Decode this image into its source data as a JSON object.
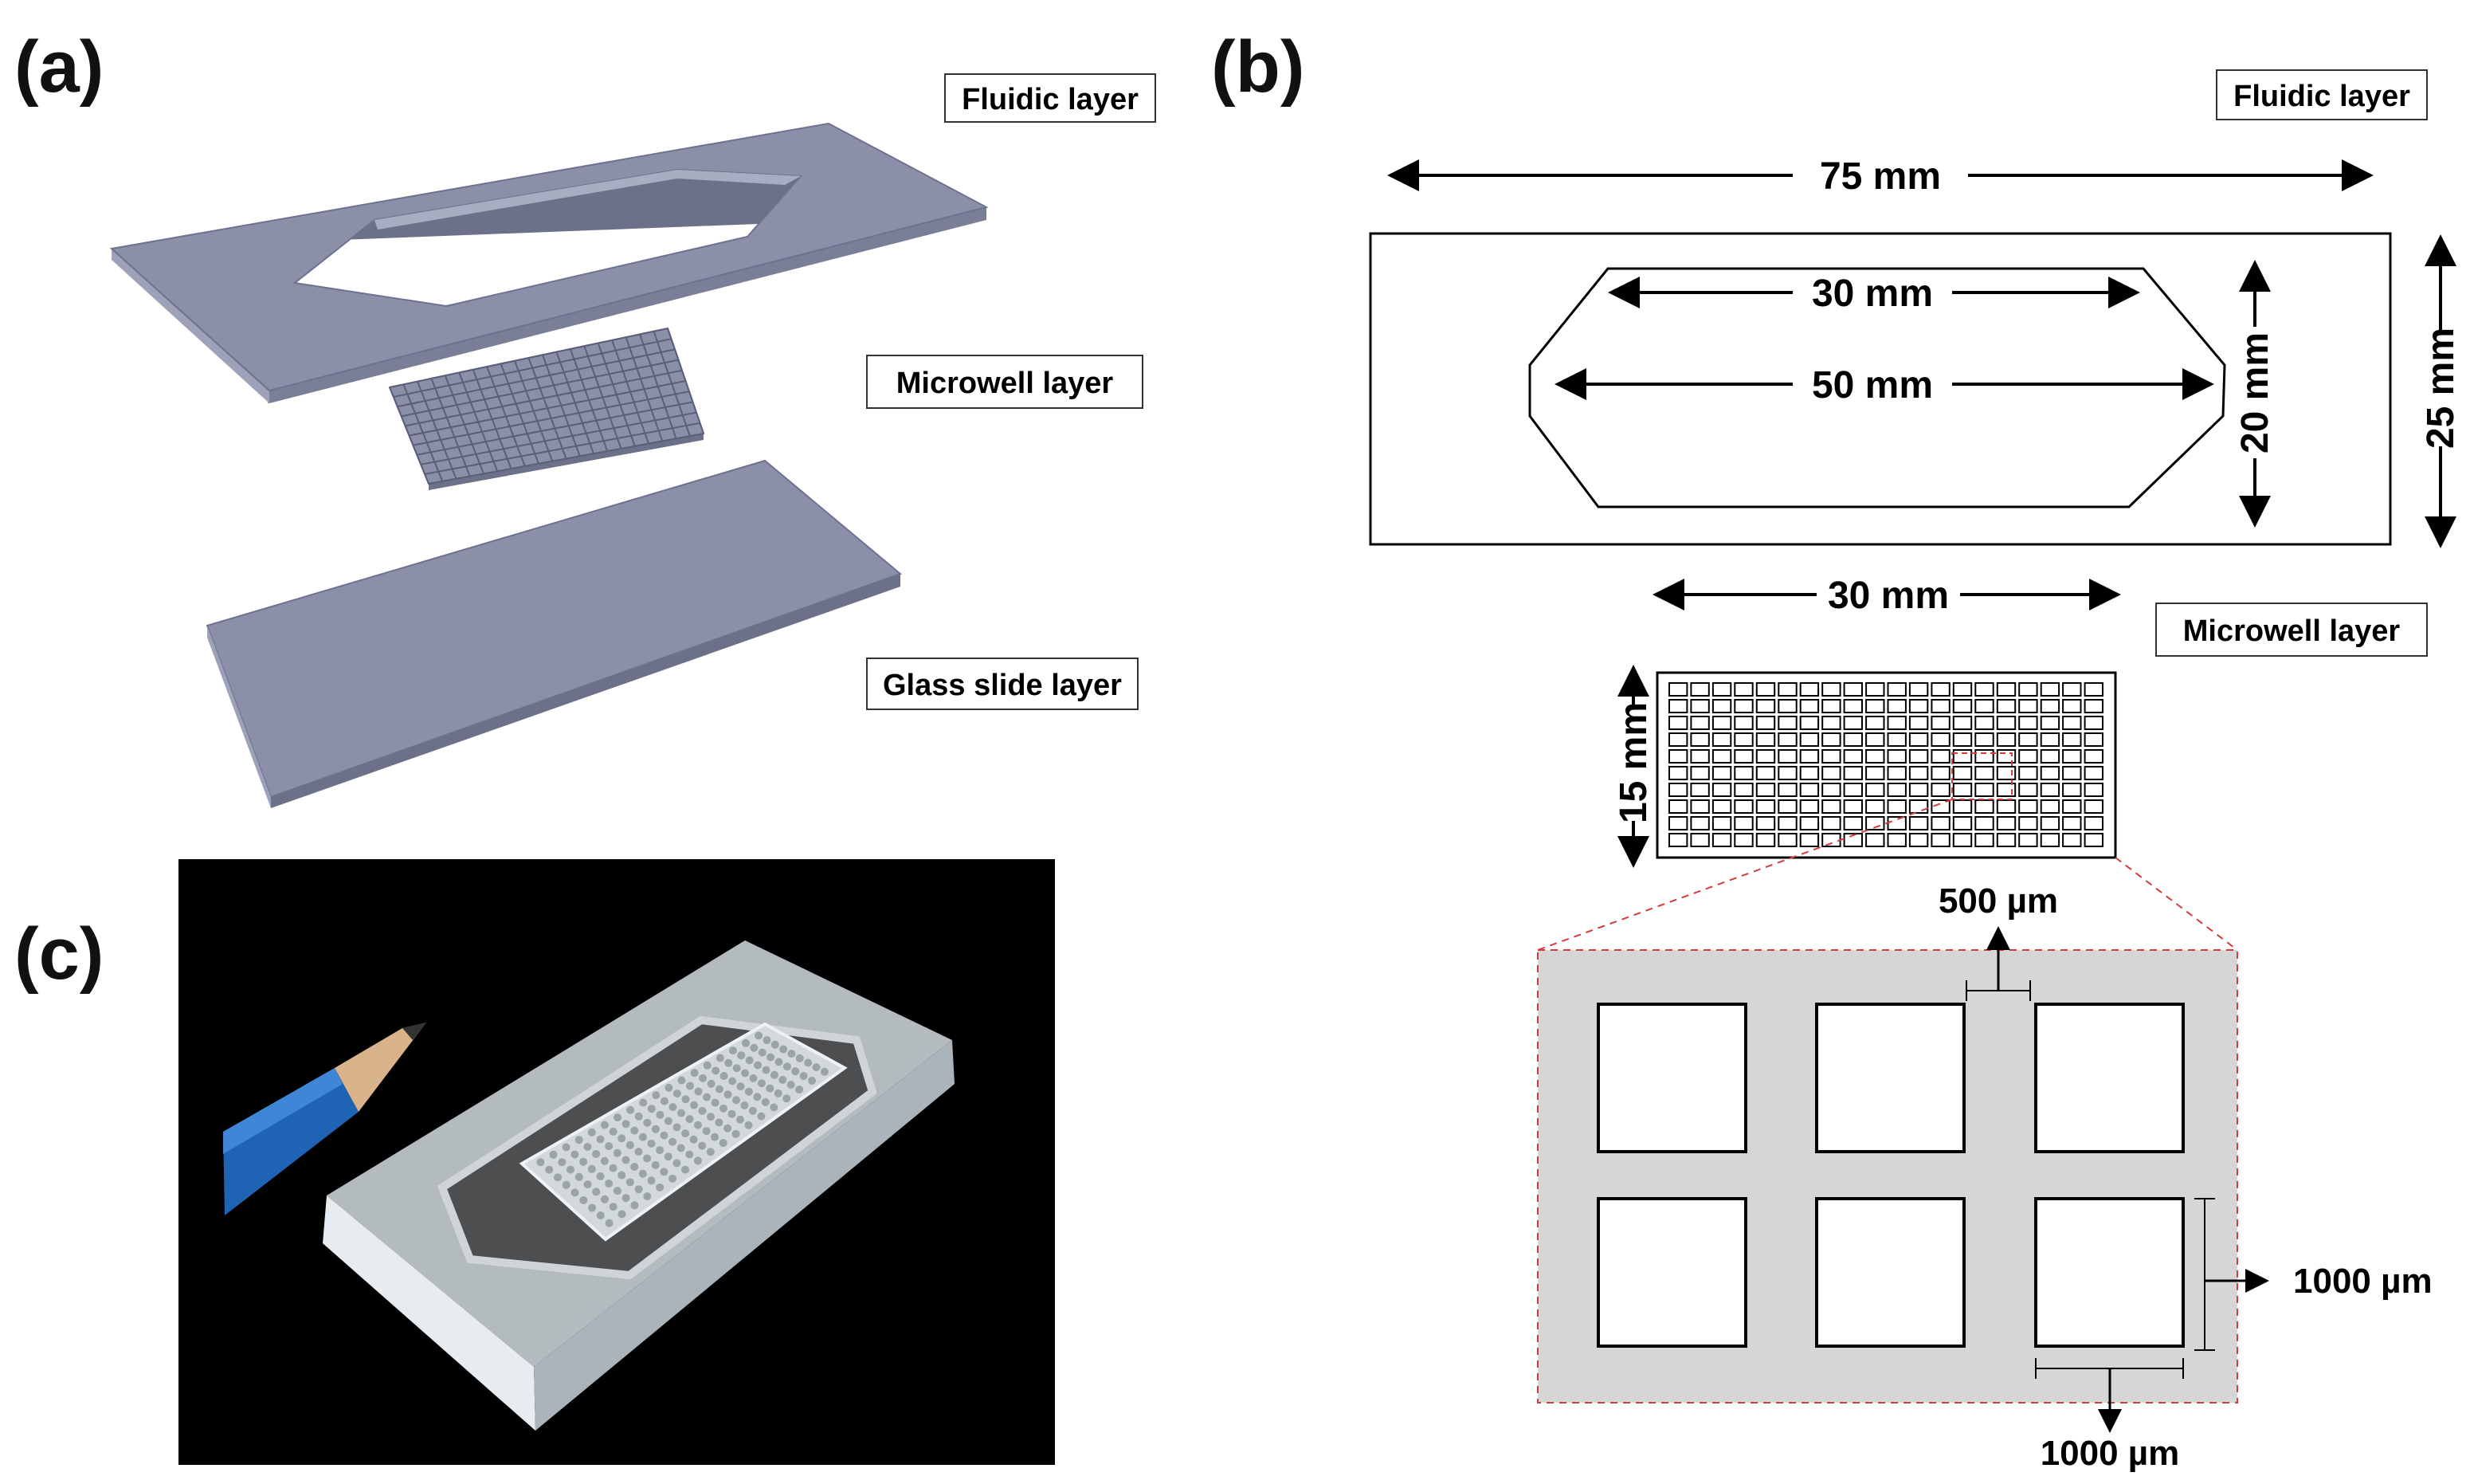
{
  "panels": {
    "a": {
      "letter": "(a)",
      "labels": {
        "fluidic": "Fluidic layer",
        "microwell": "Microwell layer",
        "glass": "Glass slide layer"
      }
    },
    "b": {
      "letter": "(b)",
      "labels": {
        "fluidic": "Fluidic layer",
        "microwell": "Microwell layer"
      },
      "dimensions": {
        "slide_length": "75 mm",
        "slide_width": "25 mm",
        "opening_top": "30 mm",
        "opening_long": "50 mm",
        "opening_height": "20 mm",
        "well_layer_width": "30 mm",
        "well_layer_height": "15 mm",
        "spacing": "500 µm",
        "well_height": "1000 µm",
        "well_width": "1000 µm"
      },
      "grid": {
        "columns": 20,
        "rows": 10
      },
      "zoom_grid": {
        "columns": 3,
        "rows": 2
      }
    },
    "c": {
      "letter": "(c)"
    }
  },
  "colors": {
    "layer_fill": "#8b8fa8",
    "zoom_bg": "#d6d6d6",
    "zoom_border": "#d23c3c",
    "photo_bg": "#000000"
  }
}
